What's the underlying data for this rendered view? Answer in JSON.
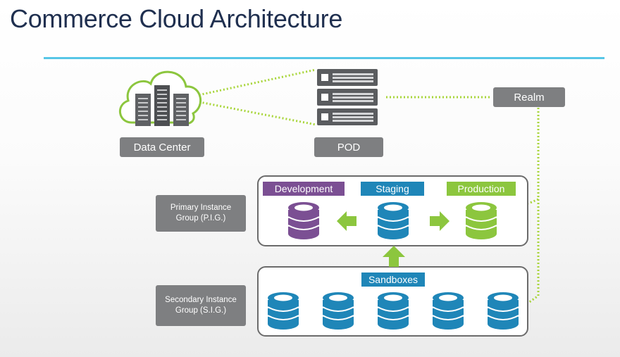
{
  "title": "Commerce Cloud Architecture",
  "labels": {
    "data_center": "Data Center",
    "pod": "POD",
    "realm": "Realm",
    "pig": "Primary Instance Group (P.I.G.)",
    "sig": "Secondary Instance Group (S.I.G.)"
  },
  "environments": {
    "development": "Development",
    "staging": "Staging",
    "production": "Production",
    "sandboxes": "Sandboxes"
  },
  "colors": {
    "title": "#1f2f4f",
    "rule": "#57c6e6",
    "gray_label": "#7e7f81",
    "development": "#7b4f93",
    "staging": "#1f86b8",
    "production": "#8cc63e",
    "connector": "#a8d53a"
  },
  "icons": [
    "cloud-datacenter-icon",
    "server-stack-icon",
    "database-icon",
    "arrow-icon"
  ]
}
